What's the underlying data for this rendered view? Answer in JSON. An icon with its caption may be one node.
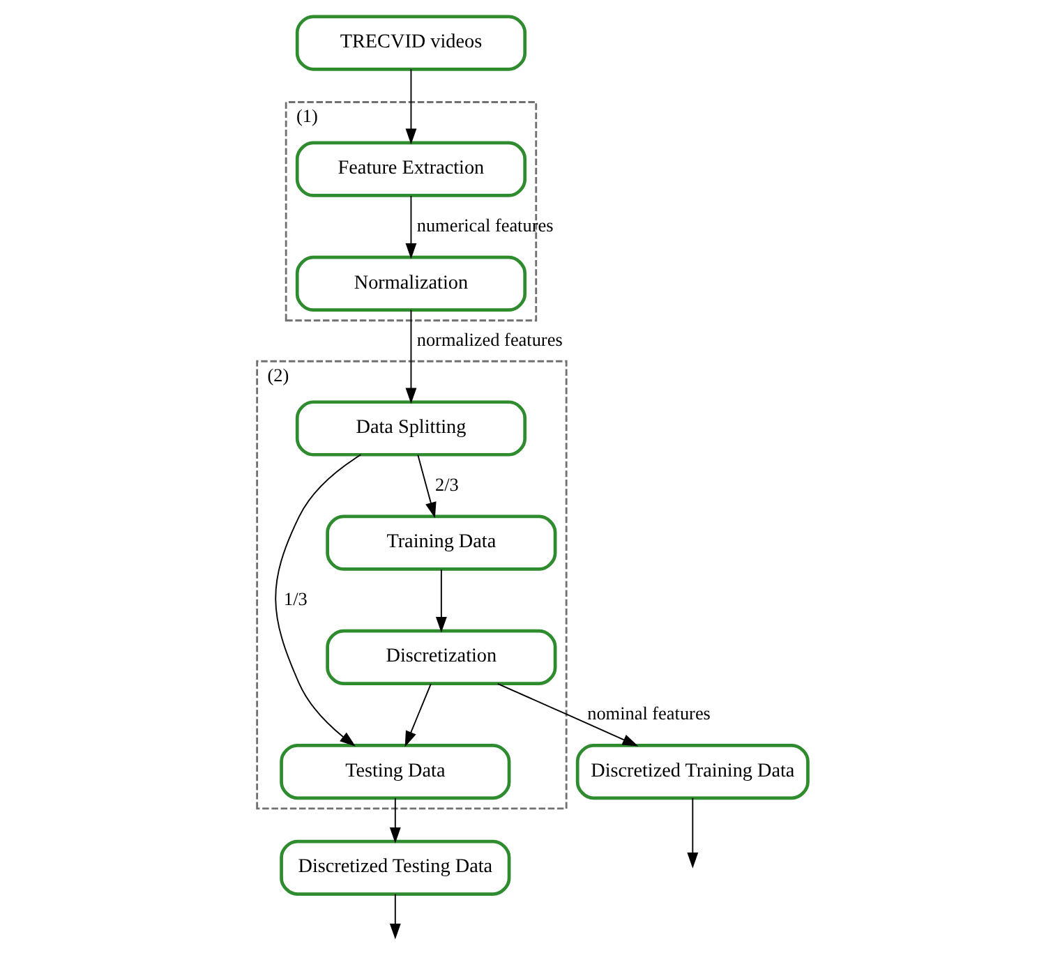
{
  "diagram": {
    "nodes": [
      {
        "text": [
          "TRECVID videos"
        ]
      },
      {
        "text": [
          "(1)"
        ]
      },
      {
        "text": [
          "Feature Extraction"
        ],
        "in": 1
      },
      {
        "text": [
          "Normalization"
        ],
        "in": 1
      },
      {
        "text": [
          "(2)"
        ]
      },
      {
        "text": [
          "Data Splitting"
        ],
        "in": 4
      },
      {
        "text": [
          "Training Data"
        ],
        "in": 4
      },
      {
        "text": [
          "Testing Data"
        ],
        "in": 4
      },
      {
        "text": [
          "Discretization"
        ],
        "in": 4
      },
      {
        "text": [
          "Discretized Training Data"
        ]
      },
      {
        "text": [
          "Discretized Testing Data"
        ]
      }
    ],
    "edges": [
      {
        "from": 0,
        "to": 2,
        "arrow": "to"
      },
      {
        "from": 2,
        "to": 3,
        "arrow": "to",
        "label": "numerical features"
      },
      {
        "from": 3,
        "to": 5,
        "arrow": "to",
        "label": "normalized features"
      },
      {
        "from": 5,
        "to": 6,
        "arrow": "to",
        "label": "2/3"
      },
      {
        "from": 5,
        "to": 7,
        "arrow": "to",
        "label": "1/3"
      },
      {
        "from": 6,
        "to": 8,
        "arrow": "to"
      },
      {
        "from": 8,
        "to": 7,
        "arrow": "to"
      },
      {
        "from": 8,
        "to": 9,
        "arrow": "to",
        "label": "nominal features"
      },
      {
        "from": 7,
        "to": 10,
        "arrow": "to"
      },
      {
        "from": 9,
        "to": null,
        "arrow": "to"
      },
      {
        "from": 10,
        "to": null,
        "arrow": "to"
      }
    ]
  }
}
